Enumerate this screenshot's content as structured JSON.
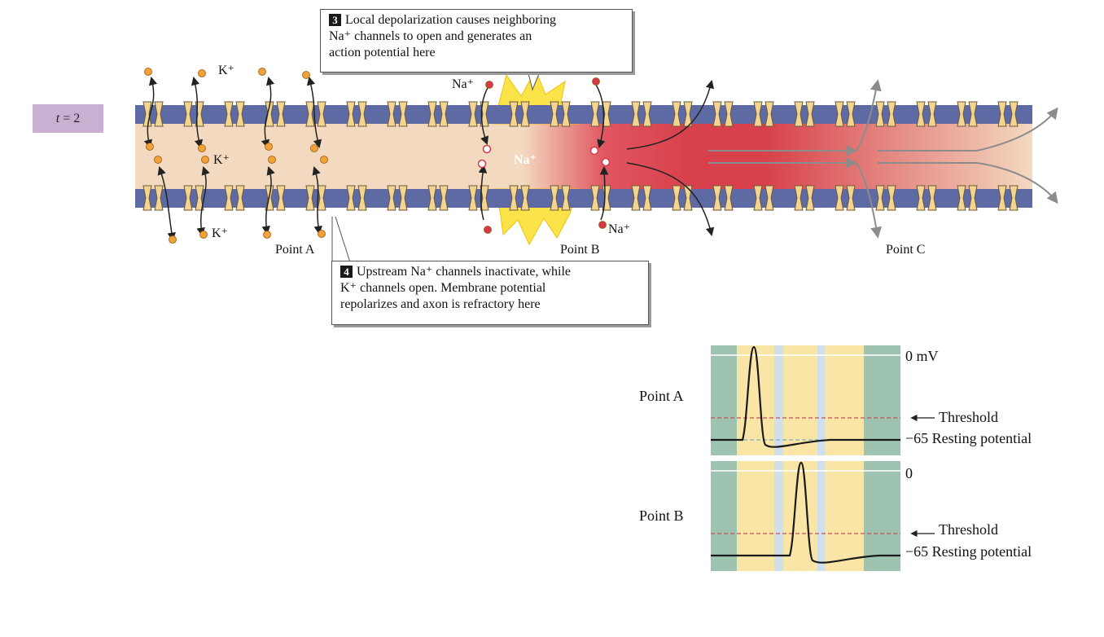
{
  "time_label": {
    "var": "t",
    "value": "2"
  },
  "callout3": {
    "number": "3",
    "lines": [
      "Local depolarization causes neighboring",
      "Na⁺ channels to open and generates an",
      "action potential here"
    ]
  },
  "callout4": {
    "number": "4",
    "lines": [
      "Upstream Na⁺ channels inactivate, while",
      "K⁺ channels open. Membrane potential",
      "repolarizes and axon is refractory here"
    ]
  },
  "ions": {
    "k": "K⁺",
    "na": "Na⁺",
    "na_bold": "Na⁺"
  },
  "points": {
    "a": "Point A",
    "b": "Point B",
    "c": "Point C"
  },
  "graphs": {
    "a": {
      "label": "Point A",
      "top_tick": "0 mV",
      "threshold": "Threshold",
      "resting": "−65 Resting potential"
    },
    "b": {
      "label": "Point B",
      "top_tick": "0",
      "threshold": "Threshold",
      "resting": "−65 Resting potential"
    }
  },
  "colors": {
    "membrane": "#5d6aa3",
    "axoplasm": "#f3d9c0",
    "depolarized": "#d8414b",
    "k_channel": "#f2d593",
    "na_channel": "#e7a3a1",
    "k_ion": "#f0a138",
    "na_ion": "#d43a4a",
    "graph_green": "#9ec4b1",
    "graph_yellow": "#f9e6a6",
    "graph_blue": "#cfe0ec",
    "threshold_line": "#d9455a",
    "resting_line": "#6db0d8"
  }
}
